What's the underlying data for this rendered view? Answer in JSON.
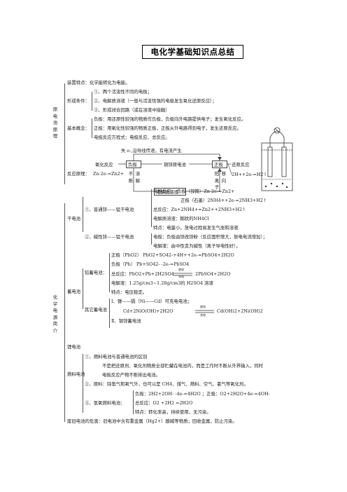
{
  "title": "电化学基础知识点总结",
  "principle": {
    "label": "原电池原理",
    "device": "装置特点：化学能转化为电能。",
    "formation_label": "形成条件：",
    "formation": [
      "①、两个活泼性不同的电极；",
      "②、电解质溶液（一般与活泼性强的电极发生氧化还原反应）；",
      "③、形成闭合回路（或在溶液中接触）"
    ],
    "concept_label": "基本概念：",
    "concepts": [
      "负极：用还原性较强的物质作负极，负极向外电路提供电子；发生氧化反应。",
      "正极：用氧化性较强的物质正极，正极从外电路得到电子，发生还原反应。",
      "电极反应方程式：电极反应、总反应。"
    ],
    "diagram": {
      "top_text": "失 e-,沿导线传递，有电流产生",
      "oxidation": "氧化反应",
      "negative": "负极",
      "bridge": "铜锌原电池",
      "positive": "正极",
      "reduction": "还原反应",
      "reaction_label": "反应原理：",
      "zn_eq": "Zn-2e-=Zn2+",
      "h_eq": "2H++2e-=H2↑",
      "left_v1": "不断",
      "left_v2": "溶解",
      "right_v1": "阳离子",
      "right_v2": "移向",
      "electrolyte": "电解质溶液"
    }
  },
  "batteries": {
    "label": "化学电源简介",
    "dry_label": "干电池",
    "dry_common": "①、普通锌——锰干电池",
    "dry_common_items": [
      "电极反应：   负极（锌筒）Zn-2e-=Zn2+",
      "正极（石墨）2NH4++2e-=2NH3+H2↑",
      "总反应：Zn+2NH4+=Zn2++2NH3+H2↑",
      "电解质溶液：糊状的NH4Cl",
      "特点：电量小，放电过程易发生气涨和溶液"
    ],
    "dry_alkaline": "②、碱性锌——锰干电池",
    "dry_alkaline_items": [
      "电极：负极由锌改锌粉（反应面积增大，放电电流增加）；",
      "电解液：由中性变为碱性（离子导电性好）。"
    ],
    "storage_label": "蓄电池",
    "lead_label": "铅蓄电池：",
    "lead_items": [
      "正极（PbO2）  PbO2+SO42-+4H++2e-=PbSO4+2H2O",
      "负极（Pb）    Pb+SO42- -2e-=PbSO4",
      "总反应：PbO2+Pb+2H2SO4",
      "2PbSO4+2H2O",
      "电解液：1.25g/cm3~1.28g/cm3的 H2SO4 溶液",
      "特点：电压稳定。"
    ],
    "discharge": "放电",
    "charge": "充电",
    "other_label": "其它蓄电池",
    "other_items": [
      "Ⅰ、镍——镉（Ni——Cd）可充电电池；",
      "Cd+2NiO(OH)+2H2O",
      "Cd(OH)2+2Ni(OH)2",
      "Ⅱ、银锌蓄电池"
    ],
    "lithium": "锂电池",
    "fuel_label": "燃料电池",
    "fuel_items": [
      "①、燃料电池与普通电池的区别",
      "不是把还原剂、氧化剂物质全部贮藏在电池内，而是工作时不断从外界输入，同时",
      "电极反应产物不断排出电池。",
      "②、原料：除氢气和氧气外，也可以是 CH4、煤气、燃料、空气、氯气等氧化剂。",
      "负极：2H2+2OH- -4e-=4H2O ；正极：O2+2H2O+4e-=4OH-",
      "③、氢氧燃料电池：",
      "总反应：O2 +2H2 =2H2O",
      "特点：转化率高，持续使用，无污染。"
    ],
    "waste": "废旧电池的危害：旧电池中含有重金属（Hg2+）酸碱等物质；回收金属，防止污染。"
  }
}
